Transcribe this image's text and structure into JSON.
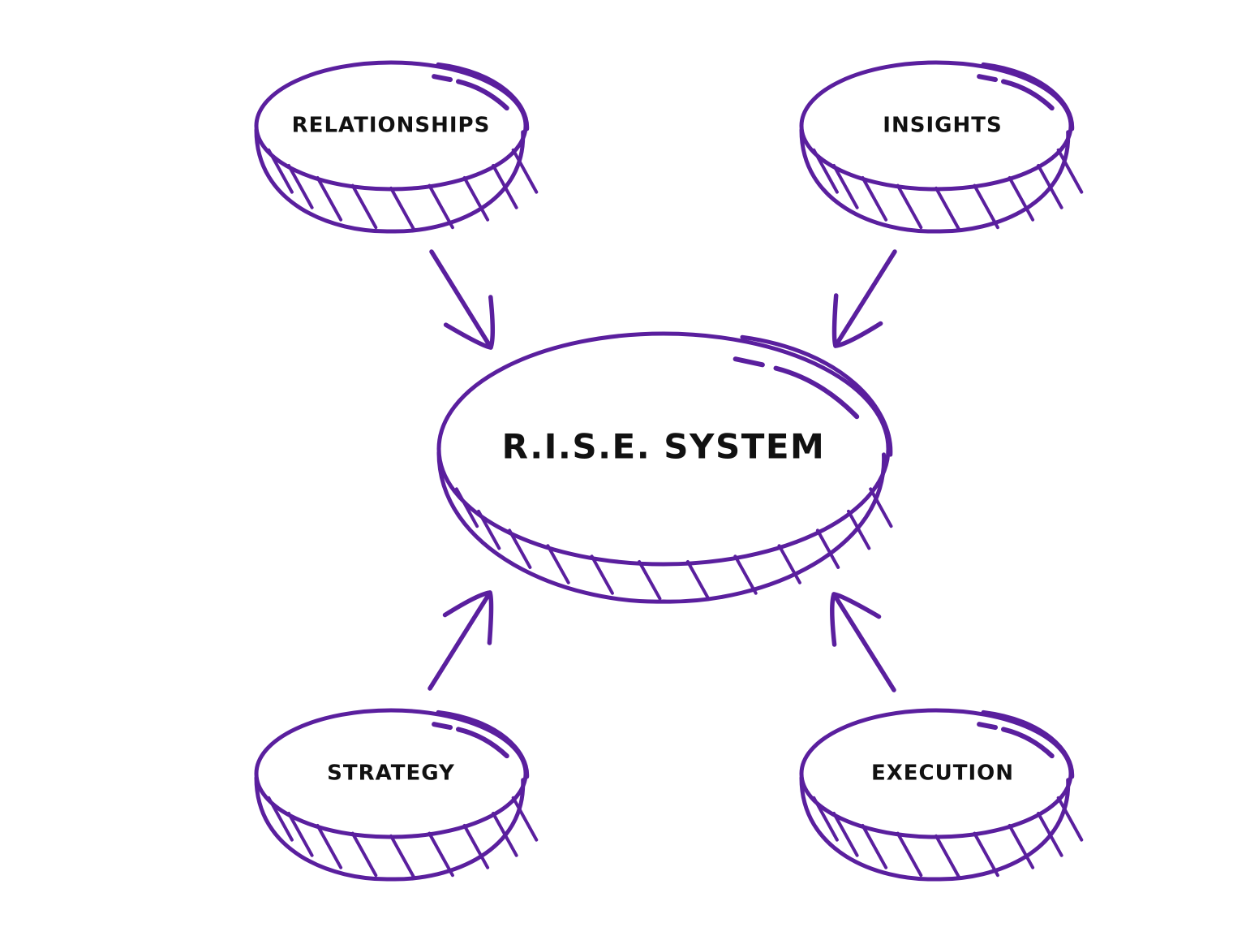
{
  "diagram": {
    "center": {
      "label": "R.I.S.E. SYSTEM"
    },
    "nodes": [
      {
        "id": "relationships",
        "label": "RELATIONSHIPS"
      },
      {
        "id": "insights",
        "label": "INSIGHTS"
      },
      {
        "id": "strategy",
        "label": "STRATEGY"
      },
      {
        "id": "execution",
        "label": "EXECUTION"
      }
    ],
    "edges": [
      {
        "from": "relationships",
        "to": "center"
      },
      {
        "from": "insights",
        "to": "center"
      },
      {
        "from": "strategy",
        "to": "center"
      },
      {
        "from": "execution",
        "to": "center"
      }
    ]
  },
  "colors": {
    "stroke": "#5a1f9e",
    "text": "#111111",
    "background": "#ffffff"
  },
  "icons": {
    "node_shape": "coin-icon",
    "connector": "arrow-icon"
  }
}
